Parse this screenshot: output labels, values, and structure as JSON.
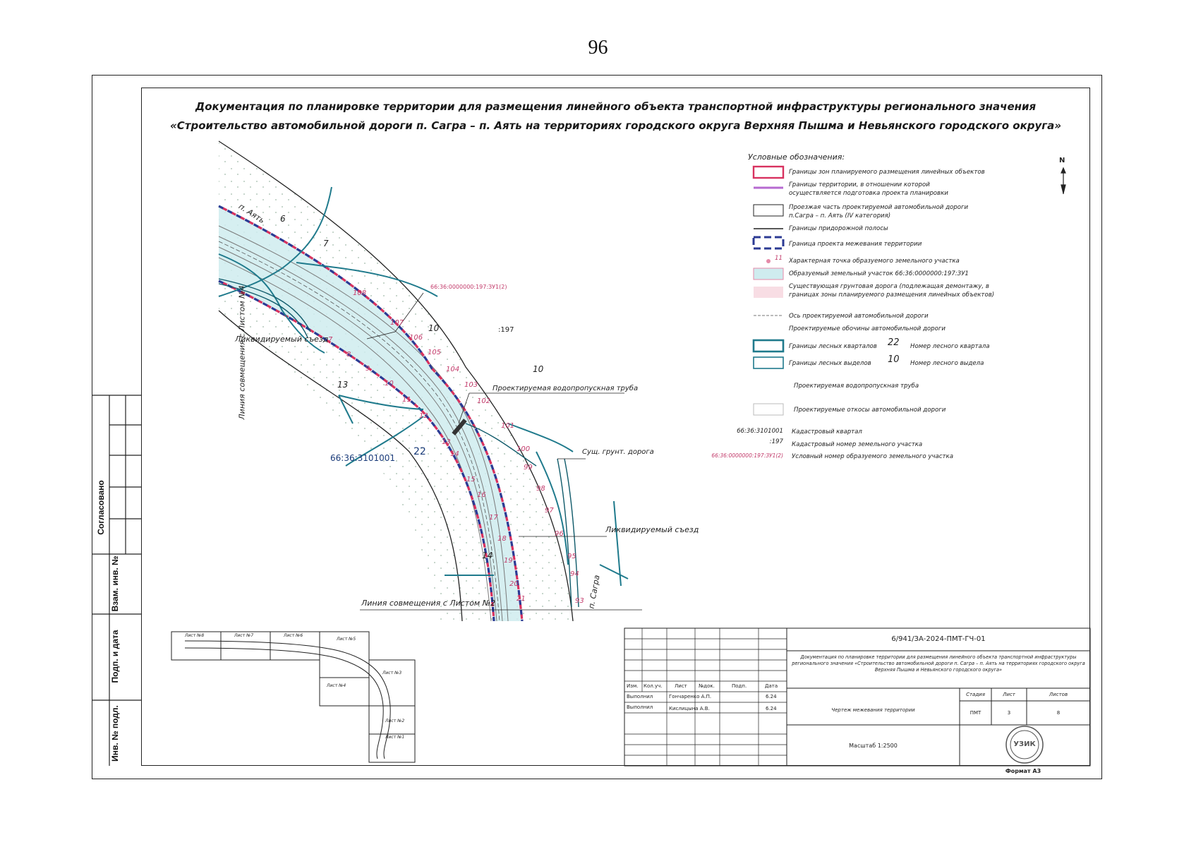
{
  "page_number": "96",
  "title": {
    "line1": "Документация по планировке территории для размещения линейного объекта транспортной инфраструктуры регионального значения",
    "line2": "«Строительство автомобильной дороги п. Сагра – п. Аять на территориях городского округа Верхняя Пышма и Невьянского городского округа»"
  },
  "side_stamp": {
    "soglasovano": "Согласовано",
    "vzam_inv": "Взам. инв. №",
    "podp_data": "Подп. и дата",
    "inv_podl": "Инв. № подл."
  },
  "north_arrow": "N",
  "legend": {
    "title": "Условные обозначения:",
    "items": [
      {
        "id": "planning-zone",
        "text": "Границы зон планируемого размещения линейных объектов"
      },
      {
        "id": "territory-boundary",
        "text": "Границы территории, в отношении которой осуществляется подготовка проекта планировки"
      },
      {
        "id": "carriageway",
        "text": "Проезжая часть проектируемой автомобильной дороги п.Сагра – п. Аять (IV категория)"
      },
      {
        "id": "roadside-strip",
        "text": "Границы придорожной полосы"
      },
      {
        "id": "survey-boundary",
        "text": "Граница проекта межевания территории"
      },
      {
        "id": "characteristic-point",
        "text": "Характерная точка образуемого земельного участка",
        "sample": "11"
      },
      {
        "id": "formed-plot",
        "text": "Образуемый земельный участок 66:36:0000000:197:ЗУ1"
      },
      {
        "id": "dirt-road",
        "text": "Существующая грунтовая дорога (подлежащая демонтажу, в границах зоны планируемого размещения линейных объектов)"
      },
      {
        "id": "road-axis",
        "text": "Ось проектируемой автомобильной дороги"
      },
      {
        "id": "shoulders",
        "text": "Проектируемые обочины автомобильной дороги"
      },
      {
        "id": "forest-quarters",
        "text": "Границы лесных кварталов",
        "sample": "22",
        "extra": "Номер лесного квартала"
      },
      {
        "id": "forest-subdivisions",
        "text": "Границы лесных выделов",
        "sample": "10",
        "extra": "Номер лесного выдела"
      },
      {
        "id": "culvert",
        "text": "Проектируемая водопропускная труба"
      },
      {
        "id": "slopes",
        "text": "Проектируемые откосы автомобильной дороги"
      },
      {
        "id": "cadastral-quarter",
        "sample": "66:36:3101001",
        "text": "Кадастровый квартал"
      },
      {
        "id": "cadastral-number",
        "sample": ":197",
        "text": "Кадастровый номер земельного участка"
      },
      {
        "id": "conditional-number",
        "sample": "66:36:0000000:197:ЗУ1(2)",
        "text": "Условный номер образуемого земельного участка"
      }
    ]
  },
  "map_labels": {
    "ayat": "п. Аять",
    "sagra": "п. Сагра",
    "liq_exit_1": "Ликвидируемый съезд",
    "liq_exit_2": "Ликвидируемый съезд",
    "line_sheet4": "Линия совмещения с Листом №4",
    "line_sheet2": "Линия совмещения с Листом №2",
    "culvert": "Проектируемая водопропускная труба",
    "dirt_road": "Сущ. грунт. дорога",
    "cad_quarter": "66:36:3101001",
    "cad_number": ":197",
    "cond_number": "66:36:0000000:197:ЗУ1(2)",
    "q6": "6",
    "q7": "7",
    "q10a": "10",
    "q10b": "10",
    "q13": "13",
    "q14": "14",
    "q22": "22"
  },
  "points_left": [
    "7",
    "8",
    "9",
    "10",
    "11",
    "12",
    "13",
    "14",
    "15",
    "16",
    "17",
    "18",
    "19",
    "20",
    "21"
  ],
  "points_right": [
    "108",
    "107",
    "106",
    "105",
    "104",
    "103",
    "102",
    "101",
    "100",
    "99",
    "98",
    "97",
    "96",
    "95",
    "94",
    "93"
  ],
  "key_map": {
    "sheets": [
      "Лист №8",
      "Лист №7",
      "Лист №6",
      "Лист №5",
      "Лист №4",
      "Лист №3",
      "Лист №2",
      "Лист №1"
    ]
  },
  "title_block": {
    "code": "6/941/ЗА-2024-ПМТ-ГЧ-01",
    "description": "Документация по планировке территории для размещения линейного объекта транспортной инфраструктуры регионального значения «Строительство автомобильной дороги п. Сагра – п. Аять на территориях городского округа Верхняя Пышма и Невьянского городского округа»",
    "headers": {
      "izm": "Изм.",
      "kol": "Кол.уч.",
      "list": "Лист",
      "ndok": "№док.",
      "podp": "Подп.",
      "data": "Дата"
    },
    "rows": [
      {
        "role": "Выполнил",
        "name": "Гончаренко А.П.",
        "date": "6.24"
      },
      {
        "role": "Выполнил",
        "name": "Кислицына А.В.",
        "date": "6.24"
      }
    ],
    "sheet_name": "Чертеж межевания территории",
    "scale": "Масштаб 1:2500",
    "stage_label": "Стадия",
    "sheet_label": "Лист",
    "sheets_label": "Листов",
    "stage": "ПМТ",
    "sheet": "3",
    "sheets": "8",
    "logo_text": "УЗИК",
    "format": "Формат А3"
  },
  "colors": {
    "forest": "#1f7a8c",
    "plot_fill": "#cfecef",
    "zone": "#d8325f",
    "survey": "#2b3a93",
    "purple": "#b66ad0",
    "dot": "#9fb8a8"
  }
}
